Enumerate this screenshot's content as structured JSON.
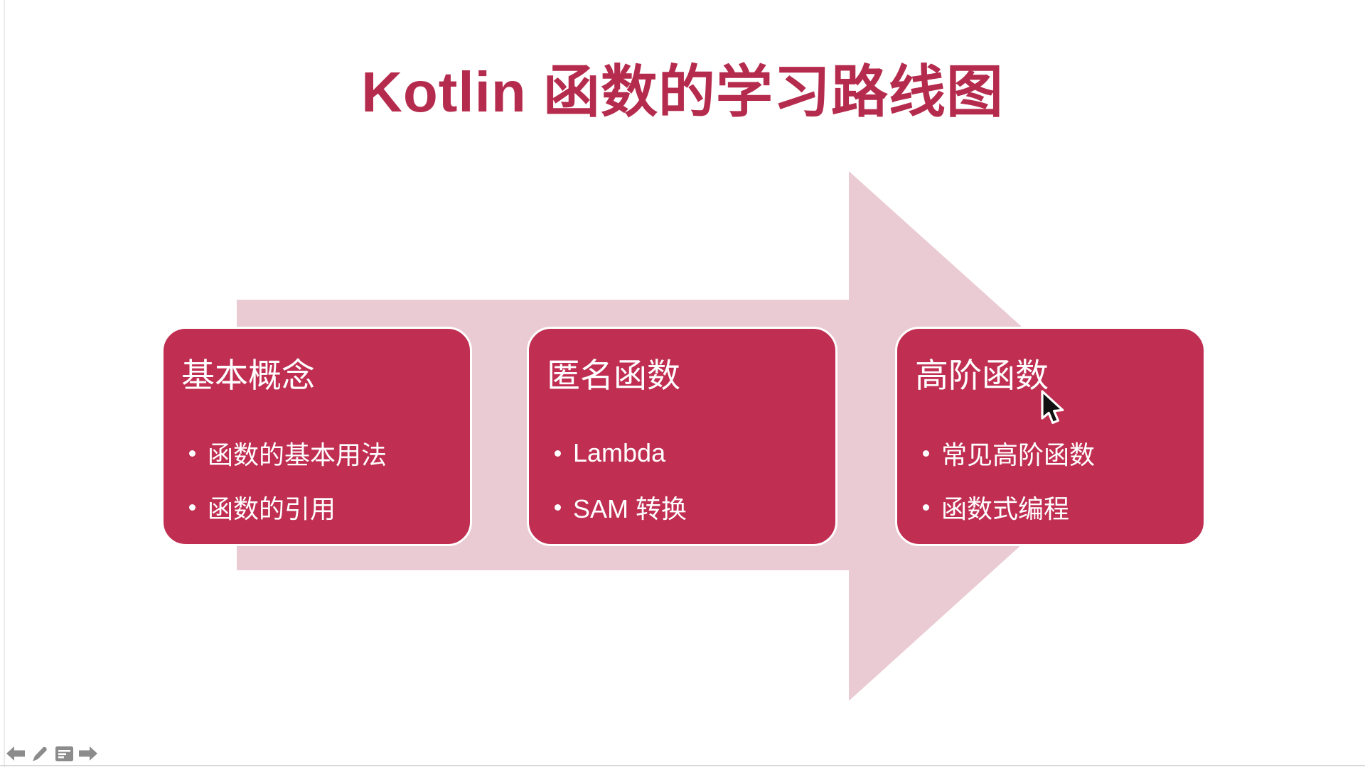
{
  "slide": {
    "title": "Kotlin 函数的学习路线图",
    "boxes": [
      {
        "heading": "基本概念",
        "bullets": [
          "函数的基本用法",
          "函数的引用"
        ]
      },
      {
        "heading": "匿名函数",
        "bullets": [
          "Lambda",
          "SAM 转换"
        ]
      },
      {
        "heading": "高阶函数",
        "bullets": [
          "常见高阶函数",
          "函数式编程"
        ]
      }
    ],
    "colors": {
      "title_red": "#B52B4D",
      "box_red": "#C02E52",
      "arrow_pink": "#EACBD3",
      "box_text": "#FFFFFF",
      "controls_gray": "#8C8C8C"
    }
  },
  "presenter_controls": {
    "icons": [
      {
        "name": "previous-slide"
      },
      {
        "name": "pen-tool"
      },
      {
        "name": "slide-menu"
      },
      {
        "name": "next-slide"
      }
    ]
  }
}
